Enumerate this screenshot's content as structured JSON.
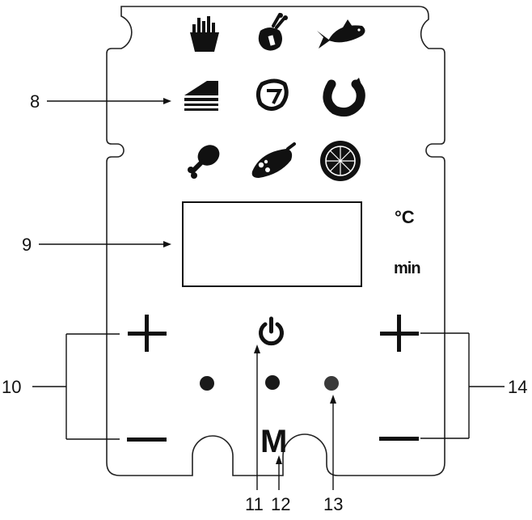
{
  "diagram": {
    "units": {
      "temperature": "°C",
      "time": "min"
    },
    "mode_button_label": "M",
    "food_icons": [
      "fries-icon",
      "drumstick-meat-icon",
      "fish-icon",
      "cake-icon",
      "steak-icon",
      "shrimp-icon",
      "chicken-leg-icon",
      "sausage-icon",
      "pizza-icon"
    ],
    "callouts": [
      {
        "id": "8",
        "label": "8"
      },
      {
        "id": "9",
        "label": "9"
      },
      {
        "id": "10",
        "label": "10"
      },
      {
        "id": "11",
        "label": "11"
      },
      {
        "id": "12",
        "label": "12"
      },
      {
        "id": "13",
        "label": "13"
      },
      {
        "id": "14",
        "label": "14"
      }
    ]
  }
}
